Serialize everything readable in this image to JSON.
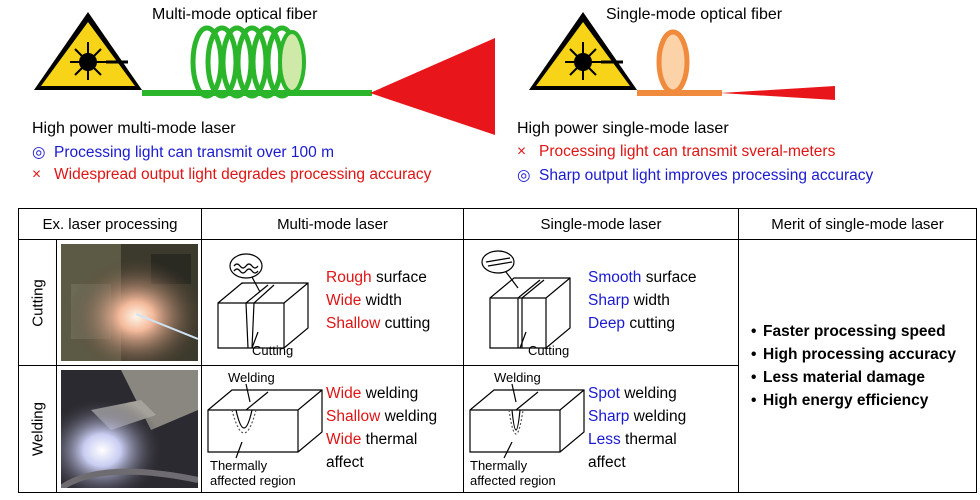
{
  "top": {
    "multimode_title": "Multi-mode optical fiber",
    "singlemode_title": "Single-mode optical fiber",
    "multimode_heading": "High power multi-mode laser",
    "multimode_good": "Processing light can transmit over 100 m",
    "multimode_bad": "Widespread output light degrades processing accuracy",
    "singlemode_heading": "High power single-mode laser",
    "singlemode_bad": "Processing light can transmit sveral-meters",
    "singlemode_good": "Sharp output light improves processing accuracy",
    "good_symbol": "◎",
    "bad_symbol": "×"
  },
  "table": {
    "headers": [
      "Ex. laser processing",
      "Multi-mode laser",
      "Single-mode laser",
      "Merit of single-mode laser"
    ],
    "rows": [
      {
        "label": "Cutting",
        "multimode": {
          "lines": [
            [
              "Rough",
              " surface"
            ],
            [
              "Wide",
              " width"
            ],
            [
              "Shallow",
              " cutting"
            ]
          ],
          "diagram_label": "Cutting"
        },
        "singlemode": {
          "lines": [
            [
              "Smooth",
              " surface"
            ],
            [
              "Sharp",
              " width"
            ],
            [
              "Deep",
              " cutting"
            ]
          ],
          "diagram_label": "Cutting"
        }
      },
      {
        "label": "Welding",
        "multimode": {
          "lines": [
            [
              "Wide",
              " welding"
            ],
            [
              "Shallow",
              " welding"
            ],
            [
              "Wide",
              " thermal"
            ],
            [
              "",
              "affect"
            ]
          ],
          "diagram_label": "Welding",
          "region_label_1": "Thermally",
          "region_label_2": "affected region"
        },
        "singlemode": {
          "lines": [
            [
              "Spot",
              " welding"
            ],
            [
              "Sharp",
              " welding"
            ],
            [
              "Less",
              " thermal"
            ],
            [
              "",
              "affect"
            ]
          ],
          "diagram_label": "Welding",
          "region_label_1": "Thermally",
          "region_label_2": "affected region"
        }
      }
    ],
    "merits": [
      "Faster processing speed",
      "High processing accuracy",
      "Less material damage",
      "High energy efficiency"
    ],
    "bullet": "•"
  },
  "colors": {
    "good": "#1a1ad1",
    "bad": "#e01414",
    "multimode_fiber": "#2bb52b",
    "singlemode_fiber": "#f08a3c",
    "laser_beam": "#e8161b",
    "warning_yellow": "#f7d417"
  }
}
